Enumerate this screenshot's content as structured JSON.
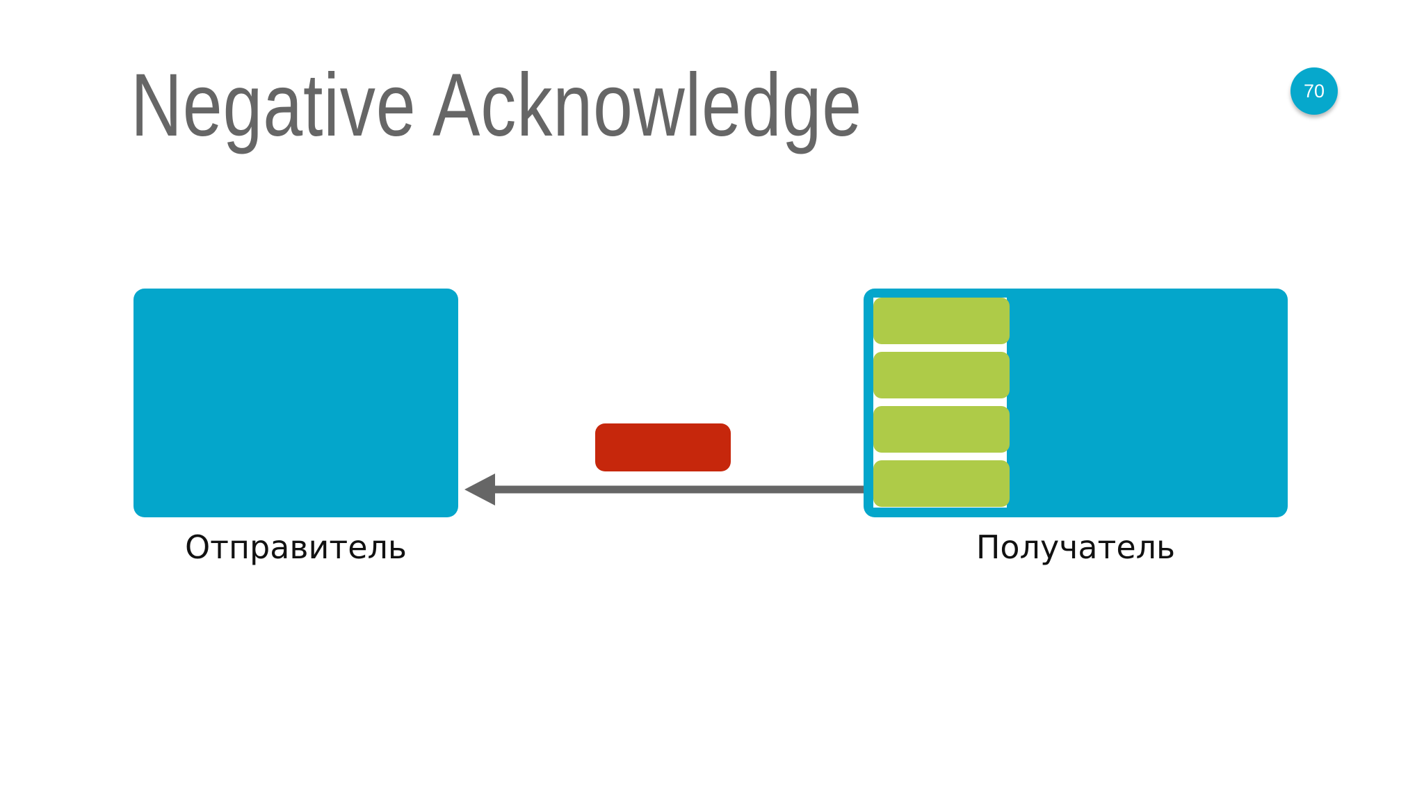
{
  "slide": {
    "title": "Negative Acknowledge",
    "page_number": "70"
  },
  "diagram": {
    "sender_label": "Отправитель",
    "receiver_label": "Получатель",
    "buffer_packet_count": 4,
    "colors": {
      "endpoint": "#04a6cb",
      "buffered_packet": "#aecb48",
      "nak_packet": "#c6270c",
      "arrow": "#666666",
      "title": "#666666",
      "badge": "#06a8cc"
    }
  }
}
